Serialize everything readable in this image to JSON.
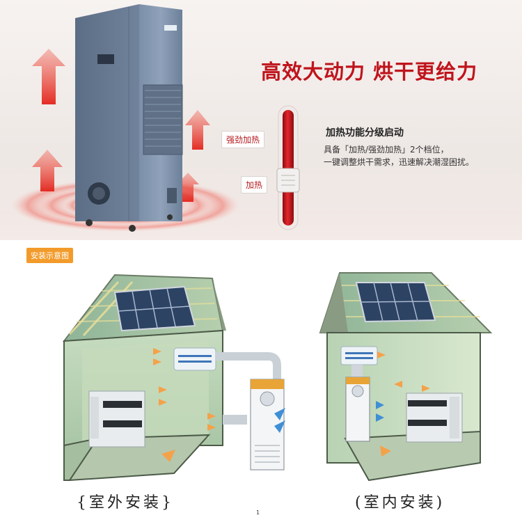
{
  "headline": "高效大动力  烘干更给力",
  "heating": {
    "title": "加热功能分级启动",
    "desc_line1": "具备「加热/强劲加热」2个档位，",
    "desc_line2": "一键调整烘干需求，迅速解决潮湿困扰。",
    "label_strong": "强劲加热",
    "label_normal": "加热"
  },
  "section_tag": "安装示意图",
  "captions": {
    "outdoor": "{室外安装}",
    "indoor": "(室内安装)"
  },
  "page_number": "1",
  "colors": {
    "accent_red": "#c0141c",
    "orange_tag": "#f29b2b",
    "roof_green": "#9ec0a4",
    "wall_green": "#cfe0c5"
  }
}
